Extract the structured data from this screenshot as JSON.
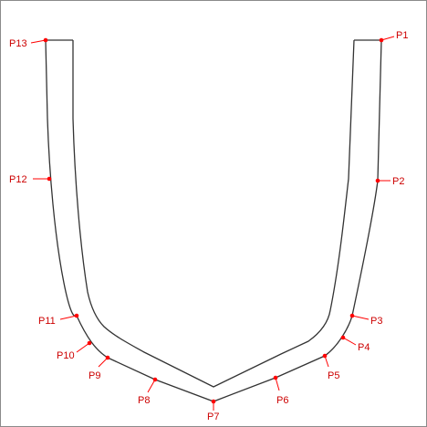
{
  "diagram": {
    "colors": {
      "outline": "#333333",
      "marker": "#ff0000",
      "label": "#cc0000",
      "frame": "#8a8a8a"
    },
    "points": [
      {
        "id": "p1",
        "label": "P1"
      },
      {
        "id": "p2",
        "label": "P2"
      },
      {
        "id": "p3",
        "label": "P3"
      },
      {
        "id": "p4",
        "label": "P4"
      },
      {
        "id": "p5",
        "label": "P5"
      },
      {
        "id": "p6",
        "label": "P6"
      },
      {
        "id": "p7",
        "label": "P7"
      },
      {
        "id": "p8",
        "label": "P8"
      },
      {
        "id": "p9",
        "label": "P9"
      },
      {
        "id": "p10",
        "label": "P10"
      },
      {
        "id": "p11",
        "label": "P11"
      },
      {
        "id": "p12",
        "label": "P12"
      },
      {
        "id": "p13",
        "label": "P13"
      }
    ]
  }
}
